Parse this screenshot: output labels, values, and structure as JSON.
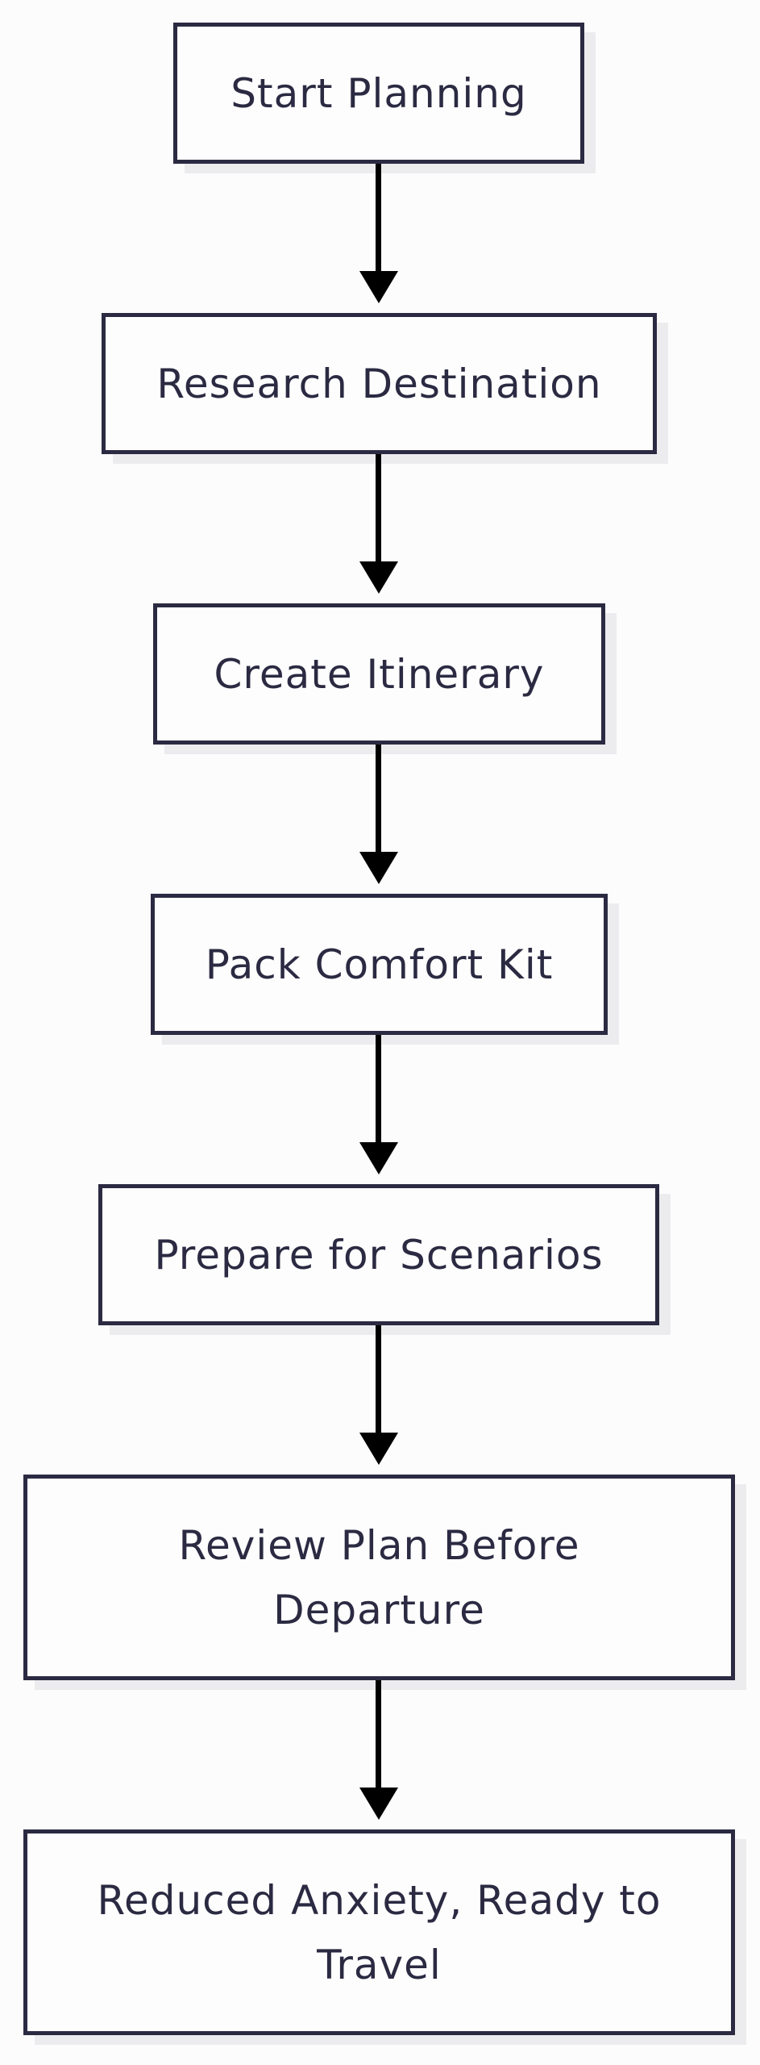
{
  "flowchart": {
    "steps": [
      {
        "label": "Start Planning"
      },
      {
        "label": "Research Destination"
      },
      {
        "label": "Create Itinerary"
      },
      {
        "label": "Pack Comfort Kit"
      },
      {
        "label": "Prepare for Scenarios"
      },
      {
        "label": "Review Plan Before Departure"
      },
      {
        "label": "Reduced Anxiety, Ready to Travel"
      }
    ],
    "connector_color": "#000000",
    "node_border_color": "#2b2a42",
    "node_text_color": "#2b2a42",
    "background_color": "#fcfcfc"
  }
}
